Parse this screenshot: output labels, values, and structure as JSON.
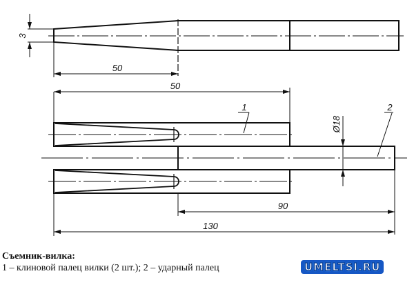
{
  "figure": {
    "title": "Съемник-вилка:",
    "legend_line": "1 – клиновой палец вилки (2 шт.); 2 – ударный палец",
    "watermark": "UMELTSI.RU"
  },
  "top_view": {
    "dim_tip_width": "3",
    "dim_taper_length": "50"
  },
  "assembly_view": {
    "dim_fork_length": "50",
    "dim_strike_pin_length": "90",
    "dim_total_length": "130",
    "dim_diameter": "Ø18",
    "callout_1": "1",
    "callout_2": "2"
  },
  "colors": {
    "line": "#111111",
    "background": "#ffffff",
    "watermark_fill": "#1657c4"
  }
}
